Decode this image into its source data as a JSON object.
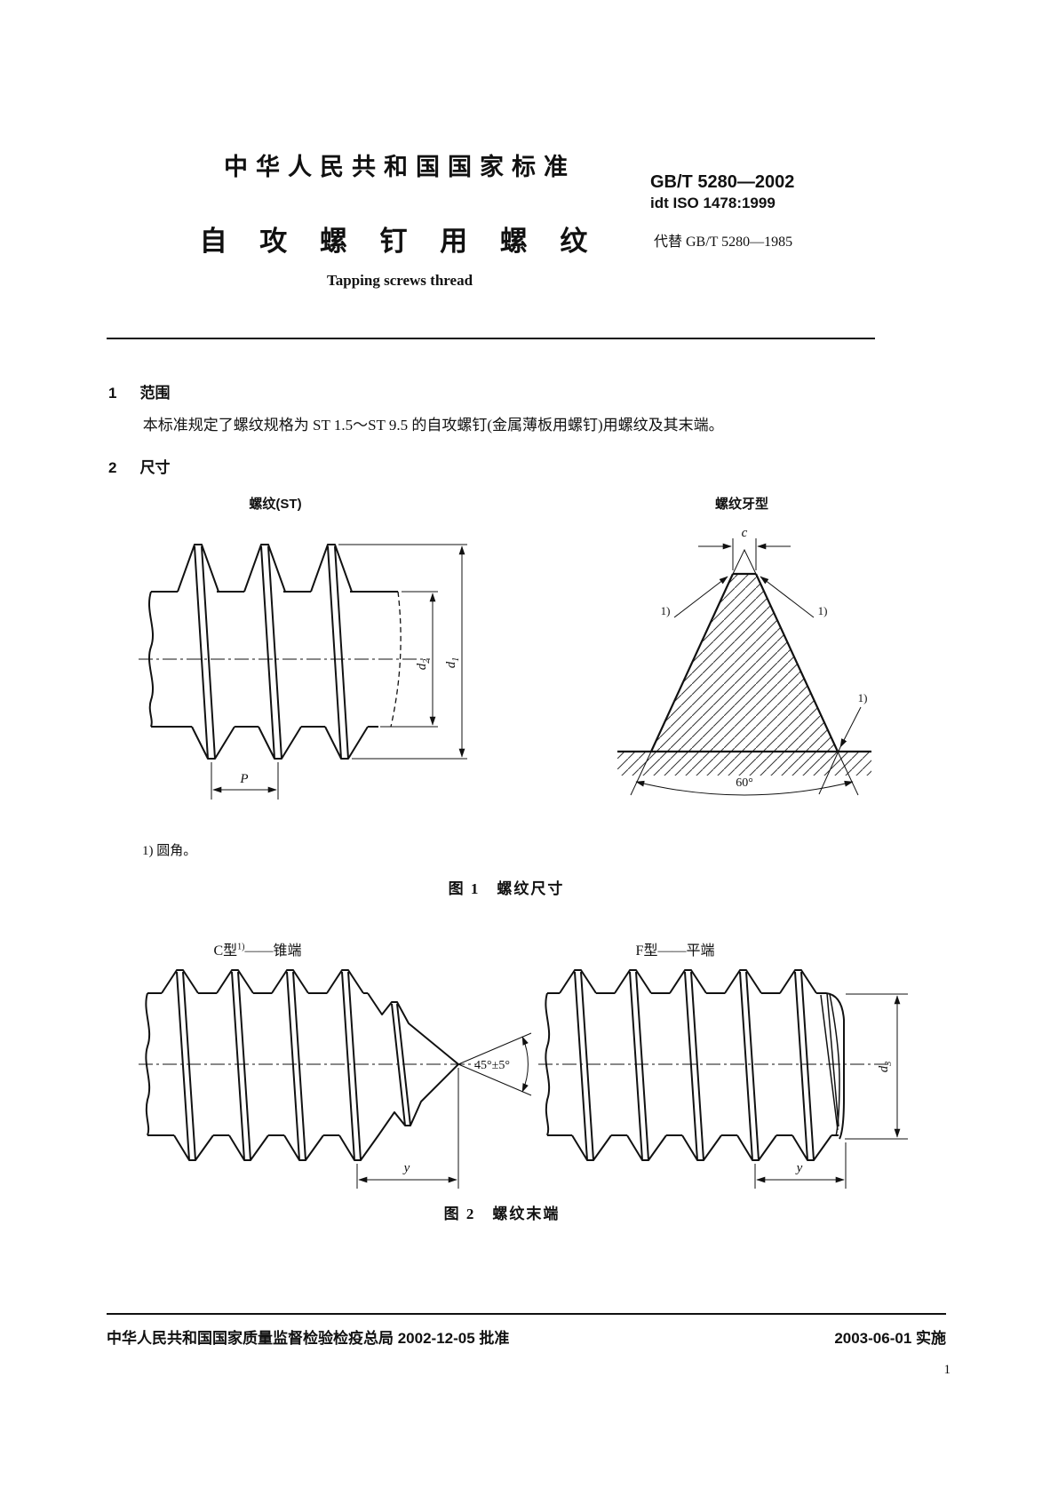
{
  "page": {
    "standard_header": "中华人民共和国国家标准",
    "standard_number": "GB/T 5280—2002",
    "idt_line": "idt ISO 1478:1999",
    "title_cn": "自 攻 螺 钉 用 螺 纹",
    "replaces": "代替 GB/T 5280—1985",
    "title_en": "Tapping screws thread",
    "page_number": "1"
  },
  "section1": {
    "number": "1",
    "heading": "范围",
    "body": "本标准规定了螺纹规格为 ST 1.5～ST 9.5 的自攻螺钉(金属薄板用螺钉)用螺纹及其末端。"
  },
  "section2": {
    "number": "2",
    "heading": "尺寸"
  },
  "figure1": {
    "left_label": "螺纹(ST)",
    "right_label": "螺纹牙型",
    "note": "1) 圆角。",
    "caption": "图 1　螺纹尺寸",
    "dims": {
      "d2_letter": "d",
      "d2_sub": "2",
      "d1_letter": "d",
      "d1_sub": "1",
      "pitch": "P",
      "crest": "c",
      "angle": "60°",
      "fillet_ref": "1)"
    }
  },
  "figure2": {
    "left_label_prefix": "C型",
    "left_label_sup": "1)",
    "left_label_suffix": "——锥端",
    "right_label": "F型——平端",
    "caption": "图 2　螺纹末端",
    "dims": {
      "angle": "45°±5°",
      "y": "y",
      "d3_letter": "d",
      "d3_sub": "3"
    }
  },
  "footer": {
    "approval": "中华人民共和国国家质量监督检验检疫总局 2002-12-05 批准",
    "implementation": "2003-06-01 实施"
  }
}
